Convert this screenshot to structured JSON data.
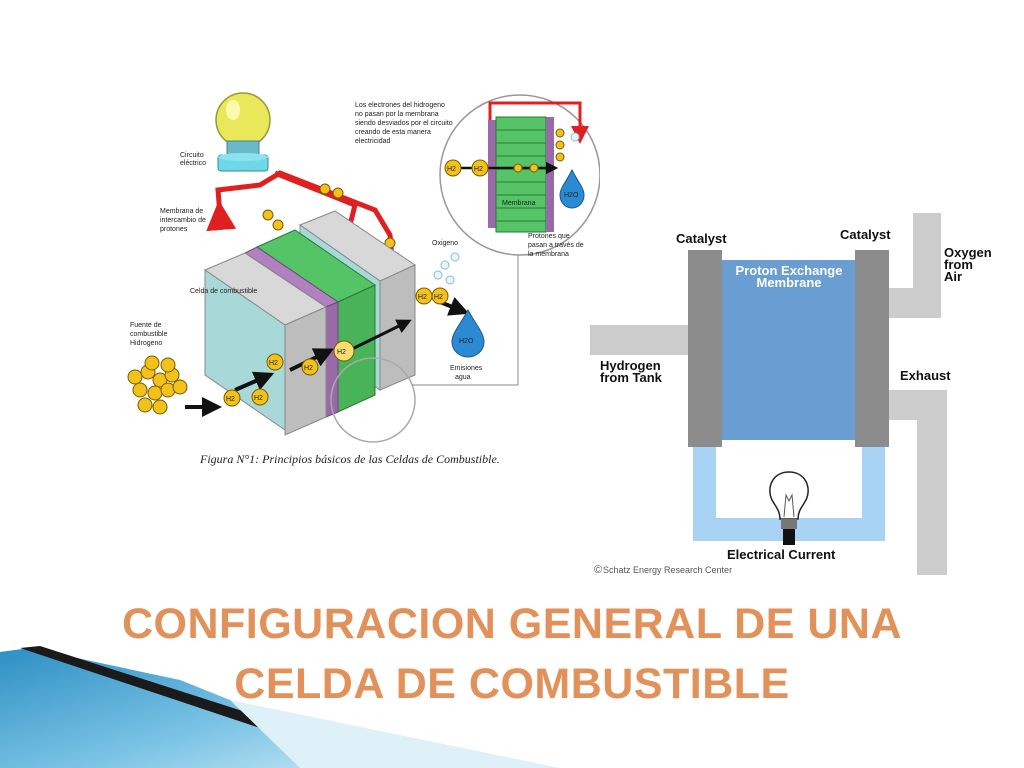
{
  "slide": {
    "title_line1": "CONFIGURACION GENERAL DE UNA",
    "title_line2": "CELDA DE COMBUSTIBLE"
  },
  "left_diagram": {
    "circuit_label_1": "Circuito",
    "circuit_label_2": "eléctrico",
    "membrane_label_1": "Membrana de",
    "membrane_label_2": "intercambio de",
    "membrane_label_3": "protones",
    "cell_label": "Celda de combustible",
    "fuel_label_1": "Fuente de",
    "fuel_label_2": "combustible",
    "fuel_label_3": "Hidrogeno",
    "oxygen_label": "Oxigeno",
    "emissions_label_1": "Emisiones",
    "emissions_label_2": "agua",
    "electrons_note_1": "Los electrones del hidrogeno",
    "electrons_note_2": "no pasan por la membrana",
    "electrons_note_3": "siendo desviados por el circuito",
    "electrons_note_4": "creando de esta manera",
    "electrons_note_5": "electricidad",
    "zoom_membrane_label": "Membrana",
    "protons_note_1": "Protones que",
    "protons_note_2": "pasan a través de",
    "protons_note_3": "la membrana",
    "h2_label": "H2",
    "water_label": "H2O",
    "caption": "Figura N°1: Principios básicos de las Celdas de Combustible."
  },
  "right_diagram": {
    "catalyst_left": "Catalyst",
    "catalyst_right": "Catalyst",
    "pem_line1": "Proton Exchange",
    "pem_line2": "Membrane",
    "oxygen_1": "Oxygen",
    "oxygen_2": "from",
    "oxygen_3": "Air",
    "hydrogen_1": "Hydrogen",
    "hydrogen_2": "from Tank",
    "exhaust": "Exhaust",
    "current": "Electrical Current",
    "credit": "Schatz Energy Research Center",
    "copyright_symbol": "©"
  },
  "colors": {
    "title": "#e3915a",
    "membrane_blue": "#6a9dd2",
    "catalyst_gray": "#8c8c8c",
    "wire_blue": "#a8d3f5",
    "pipe_gray": "#cccccc",
    "cell_teal": "#a9d8d8",
    "cell_green": "#55c466",
    "cell_purple": "#9a6aa8",
    "circuit_red": "#e02020",
    "electron_yellow": "#f2c21a"
  },
  "icons": [
    "light-bulb-icon",
    "water-drop-icon",
    "hydrogen-molecule-icon",
    "arrow-icon"
  ]
}
